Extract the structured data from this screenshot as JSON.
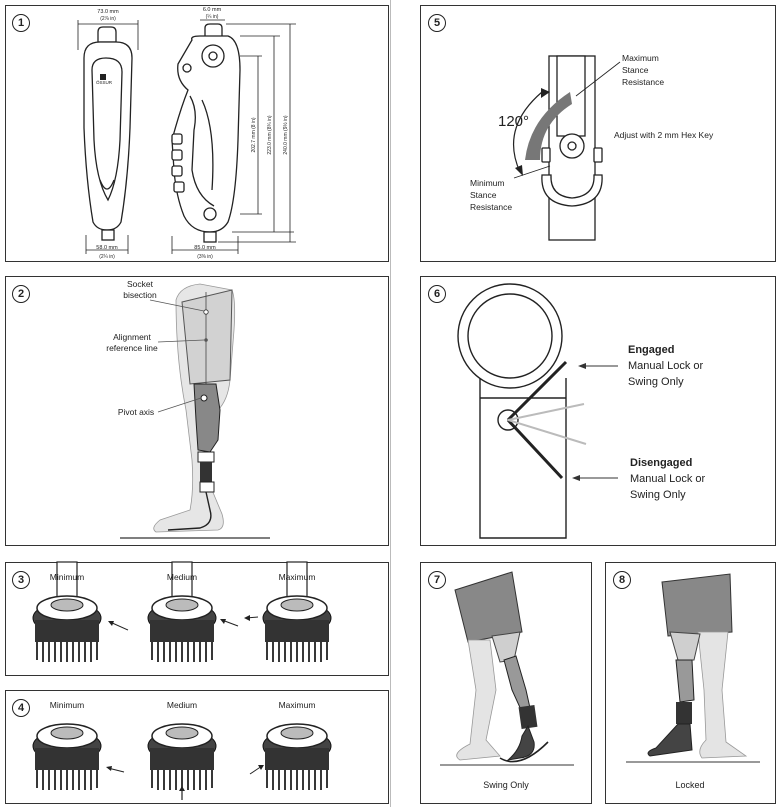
{
  "panels": {
    "p1": {
      "badge": "1",
      "dim_top_width": "73.0 mm",
      "dim_top_width_in": "(2⅞ in)",
      "dim_top_offset": "6.0 mm",
      "dim_top_offset_in": "(¼ in)",
      "logo_text": "ÖSSUR",
      "dim_h1": "202.7 mm (8 in)",
      "dim_h2": "223.0 mm (8¾ in)",
      "dim_h3": "240.0 mm (9½ in)",
      "dim_bottom_front": "58.0 mm",
      "dim_bottom_front_in": "(2¼ in)",
      "dim_bottom_side": "85.0 mm",
      "dim_bottom_side_in": "(3⅜ in)"
    },
    "p2": {
      "badge": "2",
      "socket_line1": "Socket",
      "socket_line2": "bisection",
      "alignment_line1": "Alignment",
      "alignment_line2": "reference line",
      "pivot": "Pivot axis"
    },
    "p3": {
      "badge": "3",
      "labels": [
        "Minimum",
        "Medium",
        "Maximum"
      ]
    },
    "p4": {
      "badge": "4",
      "labels": [
        "Minimum",
        "Medium",
        "Maximum"
      ]
    },
    "p5": {
      "badge": "5",
      "angle": "120°",
      "max_line1": "Maximum",
      "max_line2": "Stance",
      "max_line3": "Resistance",
      "min_line1": "Minimum",
      "min_line2": "Stance",
      "min_line3": "Resistance",
      "hex": "Adjust with 2 mm Hex Key"
    },
    "p6": {
      "badge": "6",
      "engaged_title": "Engaged",
      "engaged_line1": "Manual Lock or",
      "engaged_line2": "Swing Only",
      "disengaged_title": "Disengaged",
      "disengaged_line1": "Manual Lock or",
      "disengaged_line2": "Swing Only"
    },
    "p7": {
      "badge": "7",
      "caption": "Swing Only"
    },
    "p8": {
      "badge": "8",
      "caption": "Locked"
    }
  }
}
